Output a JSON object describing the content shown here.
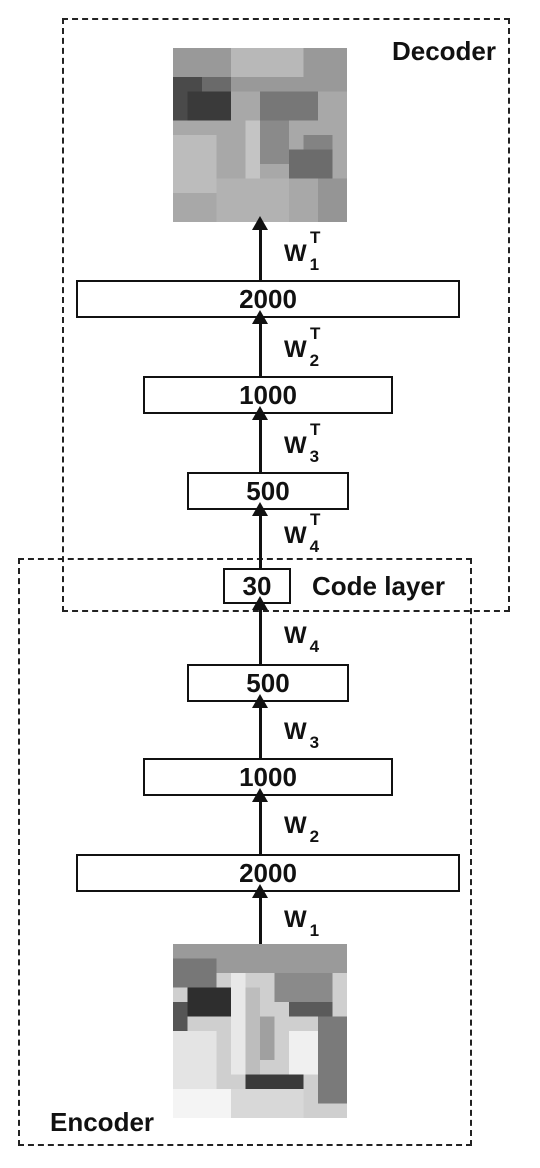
{
  "regions": {
    "decoder_label": "Decoder",
    "encoder_label": "Encoder"
  },
  "code_layer_label": "Code layer",
  "layers": {
    "decoder_2000": "2000",
    "decoder_1000": "1000",
    "decoder_500": "500",
    "code_30": "30",
    "encoder_500": "500",
    "encoder_1000": "1000",
    "encoder_2000": "2000"
  },
  "weights": {
    "w1t": {
      "base": "W",
      "sub": "1",
      "sup": "T"
    },
    "w2t": {
      "base": "W",
      "sub": "2",
      "sup": "T"
    },
    "w3t": {
      "base": "W",
      "sub": "3",
      "sup": "T"
    },
    "w4t": {
      "base": "W",
      "sub": "4",
      "sup": "T"
    },
    "w4": {
      "base": "W",
      "sub": "4"
    },
    "w3": {
      "base": "W",
      "sub": "3"
    },
    "w2": {
      "base": "W",
      "sub": "2"
    },
    "w1": {
      "base": "W",
      "sub": "1"
    }
  },
  "images": {
    "output_face": "reconstructed-face-image",
    "input_face": "input-face-image"
  }
}
